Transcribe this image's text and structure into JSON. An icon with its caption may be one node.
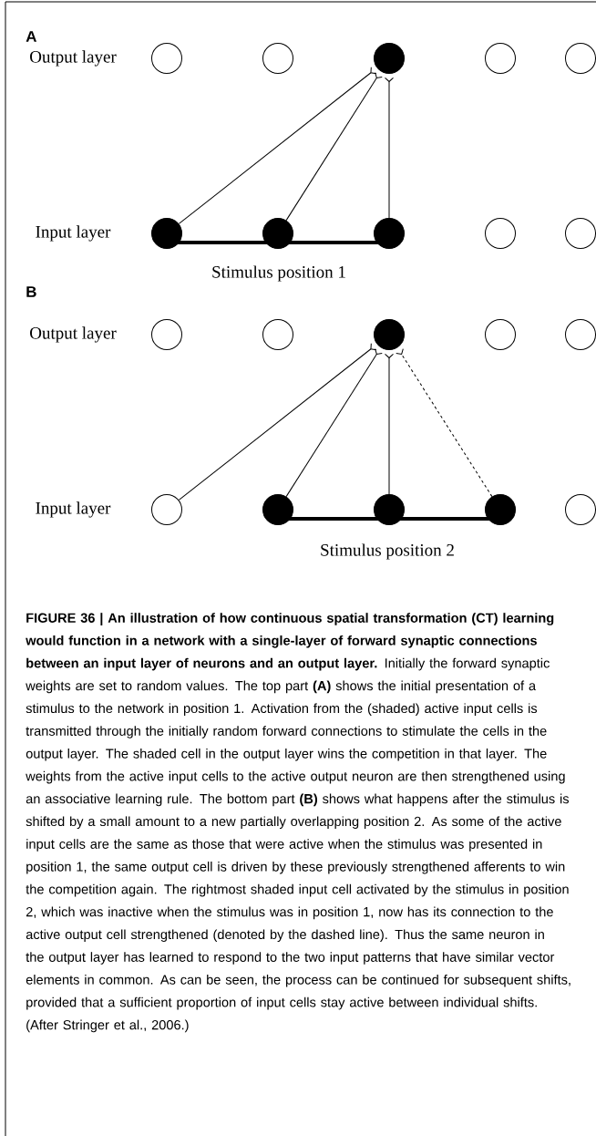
{
  "diagram": {
    "caption": "**FIGURE 36 | An illustration of how continuous spatial transformation (CT) learning would function in a network with a single-layer of forward synaptic connections between an input layer of neurons and an output layer.** Initially the forward synaptic weights are set to random values. The top part **(A)** shows the initial presentation of a stimulus to the network in position 1. Activation from the (shaded) active input cells is transmitted through the initially random forward connections to stimulate the cells in the output layer. The shaded cell in the output layer wins the competition in that layer. The weights from the active input cells to the active output neuron are then strengthened using an associative learning rule. The bottom part **(B)** shows what happens after the stimulus is shifted by a small amount to a new partially overlapping position 2. As some of the active input cells are the same as those that were active when the stimulus was presented in position 1, the same output cell is driven by these previously strengthened afferents to win the competition again. The rightmost shaded input cell activated by the stimulus in position 2, which was inactive when the stimulus was in position 1, now has its connection to the active output cell strengthened (denoted by the dashed line). Thus the same neuron in the output layer has learned to respond to the two input patterns that have similar vector elements in common. As can be seen, the process can be continued for subsequent shifts, provided that a sufficient proportion of input cells stay active between individual shifts. (After Stringer et al., 2006.)",
    "nodes": [
      {
        "text": [],
        "shape": "circle"
      },
      {
        "text": [],
        "shape": "circle"
      },
      {
        "text": [],
        "shape": "disc"
      },
      {
        "text": [],
        "shape": "circle"
      },
      {
        "text": [],
        "shape": "circle"
      },
      {
        "text": [],
        "shape": "disc"
      },
      {
        "text": [],
        "shape": "disc"
      },
      {
        "text": [],
        "shape": "disc"
      },
      {
        "text": [],
        "shape": "circle"
      },
      {
        "text": [],
        "shape": "circle"
      },
      {
        "text": [],
        "shape": "circle"
      },
      {
        "text": [],
        "shape": "circle"
      },
      {
        "text": [],
        "shape": "disc"
      },
      {
        "text": [],
        "shape": "circle"
      },
      {
        "text": [],
        "shape": "circle"
      },
      {
        "text": [],
        "shape": "circle"
      },
      {
        "text": [],
        "shape": "disc"
      },
      {
        "text": [],
        "shape": "disc"
      },
      {
        "text": [],
        "shape": "disc"
      },
      {
        "text": [],
        "shape": "circle"
      }
    ],
    "edges": [
      {
        "from": 5,
        "to": 2,
        "arrow": "other"
      },
      {
        "from": 6,
        "to": 2,
        "arrow": "other"
      },
      {
        "from": 7,
        "to": 2,
        "arrow": "other"
      },
      {
        "from": 15,
        "to": 12,
        "arrow": "other"
      },
      {
        "from": 16,
        "to": 12,
        "arrow": "other"
      },
      {
        "from": 17,
        "to": 12,
        "arrow": "other"
      },
      {
        "from": 18,
        "to": 12,
        "arrow": "other",
        "style": "dashed"
      }
    ],
    "labels": [
      "A",
      "Output layer",
      "Input layer",
      "Stimulus position 1",
      "B",
      "Output layer",
      "Input layer",
      "Stimulus position 2"
    ]
  }
}
